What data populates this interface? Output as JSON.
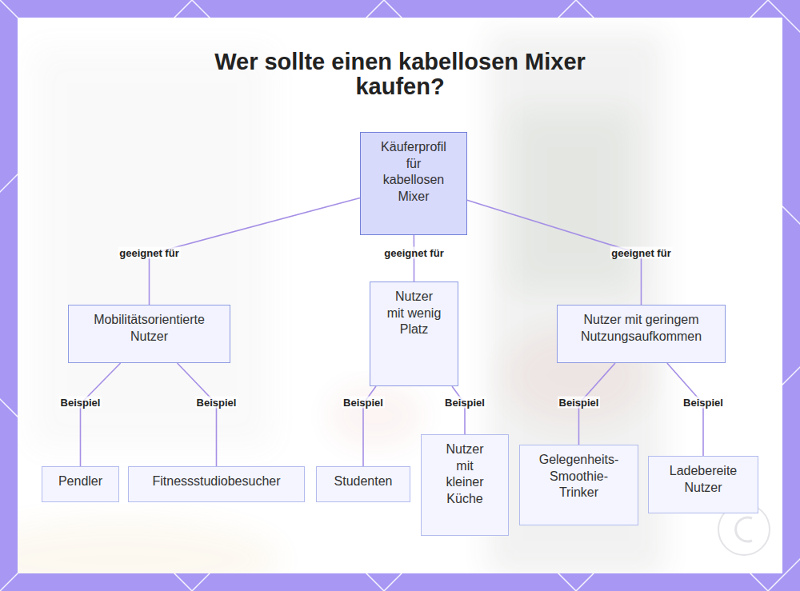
{
  "diagram": {
    "title": "Wer sollte einen kabellosen Mixer kaufen?",
    "nodes": [
      {
        "text": [
          "Käuferprofil für kabellosen Mixer"
        ]
      },
      {
        "text": [
          "Mobilitätsorientierte Nutzer"
        ]
      },
      {
        "text": [
          "Nutzer mit wenig Platz"
        ]
      },
      {
        "text": [
          "Nutzer mit geringem Nutzungsaufkommen"
        ]
      },
      {
        "text": [
          "Pendler"
        ]
      },
      {
        "text": [
          "Fitnessstudiobesucher"
        ]
      },
      {
        "text": [
          "Studenten"
        ]
      },
      {
        "text": [
          "Nutzer mit kleiner Küche"
        ]
      },
      {
        "text": [
          "Gelegenheits- Smoothie- Trinker"
        ]
      },
      {
        "text": [
          "Ladebereite Nutzer"
        ]
      }
    ],
    "edges": [
      {
        "from": 0,
        "to": 1,
        "arrow": "none",
        "label": "geeignet für"
      },
      {
        "from": 0,
        "to": 2,
        "arrow": "none",
        "label": "geeignet für"
      },
      {
        "from": 0,
        "to": 3,
        "arrow": "none",
        "label": "geeignet für"
      },
      {
        "from": 1,
        "to": 4,
        "arrow": "none",
        "label": "Beispiel"
      },
      {
        "from": 1,
        "to": 5,
        "arrow": "none",
        "label": "Beispiel"
      },
      {
        "from": 2,
        "to": 6,
        "arrow": "none",
        "label": "Beispiel"
      },
      {
        "from": 2,
        "to": 7,
        "arrow": "none",
        "label": "Beispiel"
      },
      {
        "from": 3,
        "to": 8,
        "arrow": "none",
        "label": "Beispiel"
      },
      {
        "from": 3,
        "to": 9,
        "arrow": "none",
        "label": "Beispiel"
      }
    ]
  }
}
